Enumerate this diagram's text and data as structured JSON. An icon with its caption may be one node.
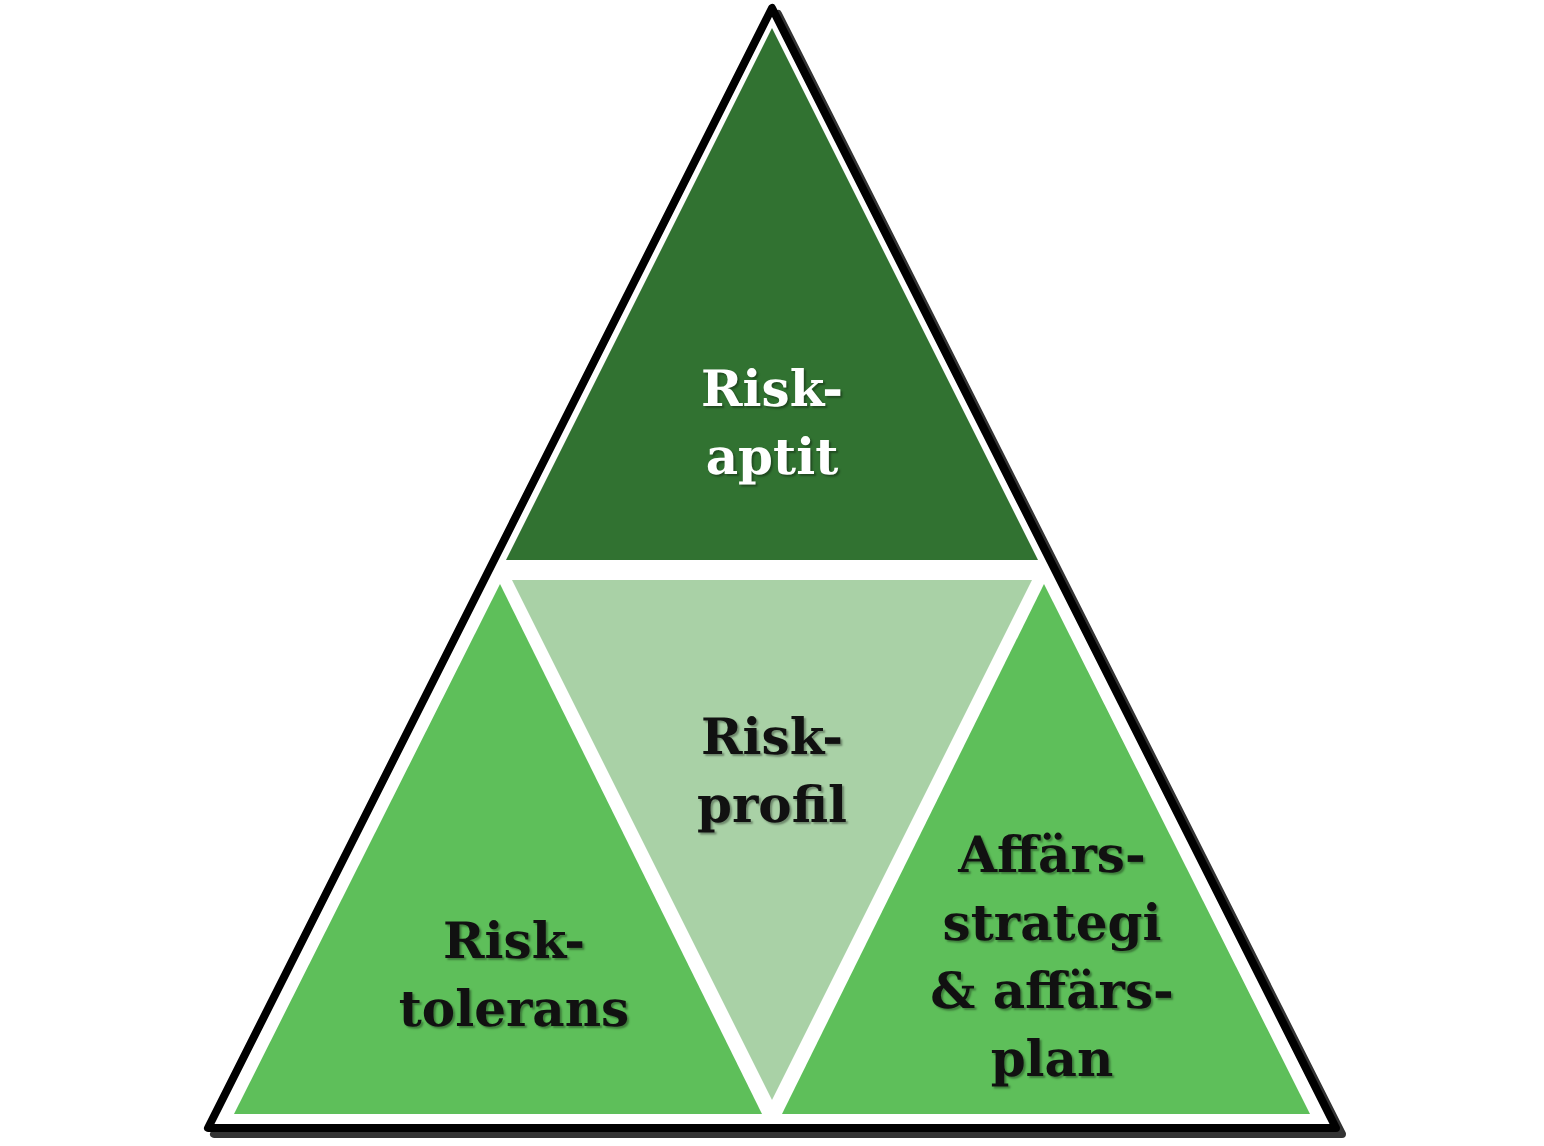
{
  "diagram": {
    "nodes": [
      {
        "text": [
          "Risk- aptit"
        ]
      },
      {
        "text": [
          "Risk- profil"
        ]
      },
      {
        "text": [
          "Risk- tolerans"
        ]
      },
      {
        "text": [
          "Affärs- strategi & affärs- plan"
        ]
      }
    ]
  }
}
